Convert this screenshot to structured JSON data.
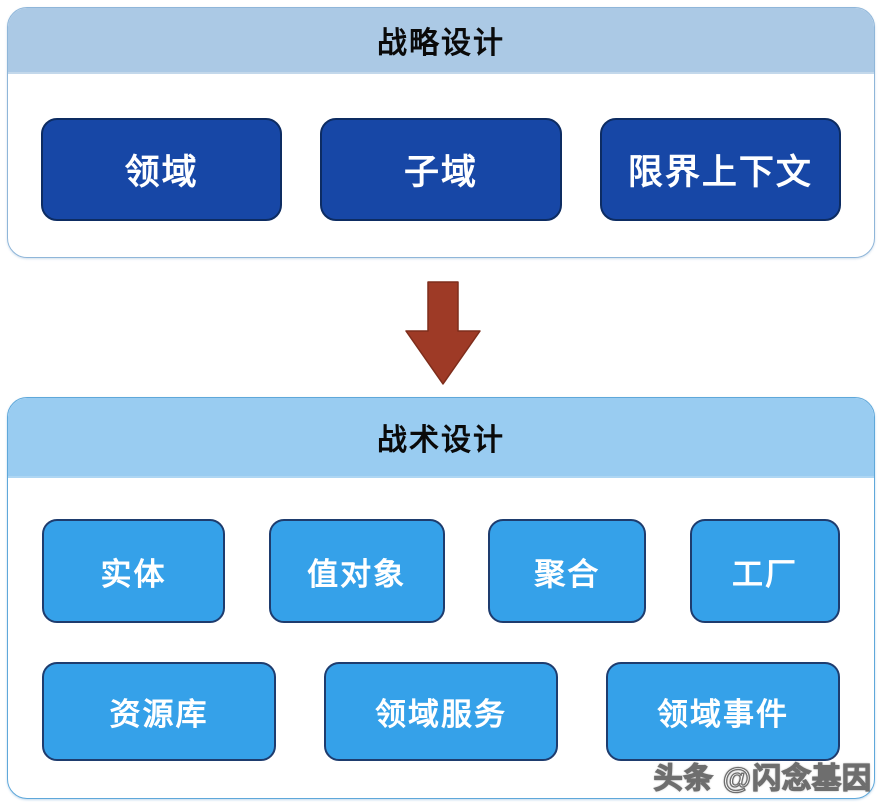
{
  "strategic": {
    "title": "战略设计",
    "items": [
      {
        "label": "领域"
      },
      {
        "label": "子域"
      },
      {
        "label": "限界上下文"
      }
    ]
  },
  "arrow": {
    "direction": "down",
    "color": "#9e3a26"
  },
  "tactical": {
    "title": "战术设计",
    "row1": [
      {
        "label": "实体"
      },
      {
        "label": "值对象"
      },
      {
        "label": "聚合"
      },
      {
        "label": "工厂"
      }
    ],
    "row2": [
      {
        "label": "资源库"
      },
      {
        "label": "领域服务"
      },
      {
        "label": "领域事件"
      }
    ]
  },
  "watermark": "头条 @闪念基因",
  "colors": {
    "strategic_header_bg": "#abc9e5",
    "strategic_panel_border": "#8fb6d9",
    "strategic_node_bg": "#1747a6",
    "strategic_node_border": "#0d2c62",
    "tactical_header_bg": "#99ccf1",
    "tactical_panel_border": "#5fa8da",
    "tactical_node_bg": "#35a1e9",
    "tactical_node_border": "#1e3c6e",
    "arrow": "#9e3a26",
    "node_text": "#ffffff",
    "title_text": "#0a0a0a"
  }
}
